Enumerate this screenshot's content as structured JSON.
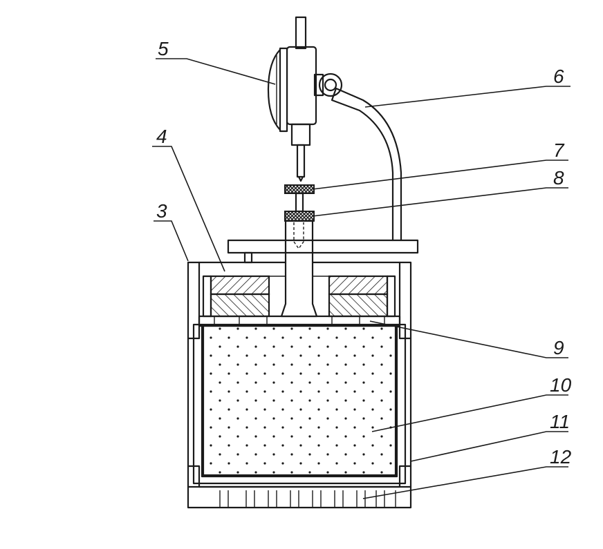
{
  "callouts": [
    {
      "id": "5",
      "text": "5"
    },
    {
      "id": "6",
      "text": "6"
    },
    {
      "id": "4",
      "text": "4"
    },
    {
      "id": "3",
      "text": "3"
    },
    {
      "id": "7",
      "text": "7"
    },
    {
      "id": "8",
      "text": "8"
    },
    {
      "id": "9",
      "text": "9"
    },
    {
      "id": "10",
      "text": "10"
    },
    {
      "id": "11",
      "text": "11"
    },
    {
      "id": "12",
      "text": "12"
    }
  ],
  "colors": {
    "ink": "#1a1a1a",
    "background": "#ffffff"
  }
}
